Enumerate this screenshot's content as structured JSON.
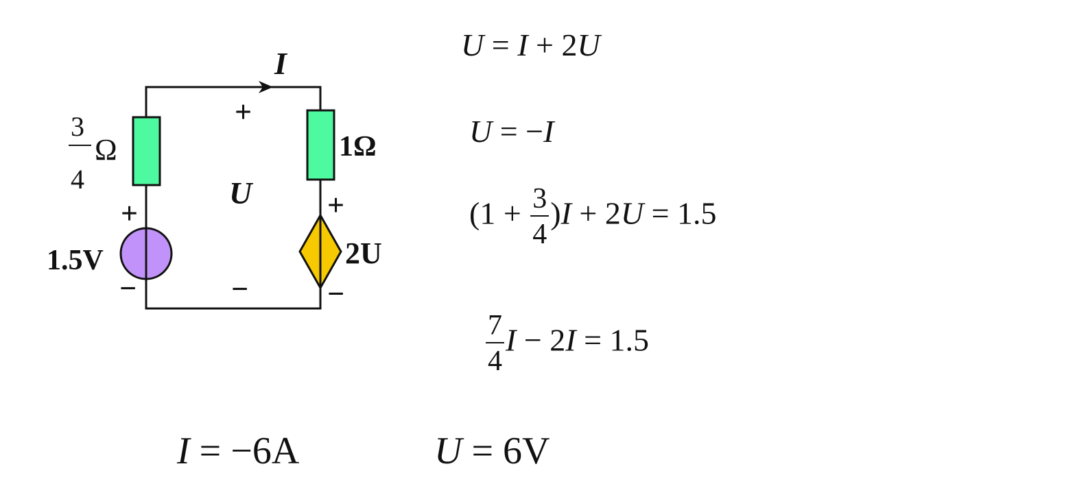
{
  "circuit": {
    "current_label": "I",
    "voltage_label": "U",
    "plus": "+",
    "minus": "−",
    "left_resistor": {
      "numerator": "3",
      "denominator": "4",
      "unit": "Ω"
    },
    "right_resistor": {
      "label": "1Ω"
    },
    "voltage_source": {
      "label": "1.5V"
    },
    "dependent_source": {
      "label": "2U"
    },
    "colors": {
      "resistor": "#4dfaa0",
      "voltage_source": "#c193fa",
      "dependent_source": "#f7c900",
      "wire": "#111111"
    }
  },
  "equations": {
    "eq1": {
      "U": "U",
      "eq": " = ",
      "I": "I",
      "rest": " + 2",
      "U2": "U"
    },
    "eq2": {
      "U": "U",
      "rest": " = −",
      "I": "I"
    },
    "eq3": {
      "open": "(1 + ",
      "num": "3",
      "den": "4",
      "close": ")",
      "I": "I",
      "plus2": " + 2",
      "U": "U",
      "rhs": " = 1.5"
    },
    "eq4": {
      "num": "7",
      "den": "4",
      "I": "I",
      "minus2": " − 2",
      "I2": "I",
      "rhs": " = 1.5"
    }
  },
  "answers": {
    "current": {
      "var": "I",
      "value": " = −6A"
    },
    "voltage": {
      "var": "U",
      "value": " = 6V"
    }
  }
}
